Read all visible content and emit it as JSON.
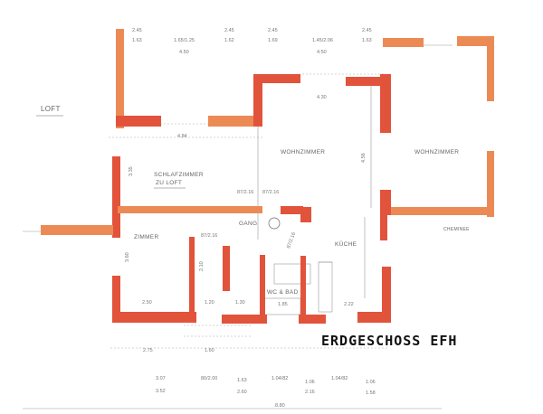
{
  "title": "ERDGESCHOSS EFH",
  "colors": {
    "wall_orange": "#ec8a55",
    "wall_red": "#e2533b"
  },
  "rooms": {
    "loft": "LOFT",
    "schlafzimmer_1": "SCHLAFZIMMER",
    "schlafzimmer_2": "ZU LOFT",
    "wohnzimmer_1": "WOHNZIMMER",
    "wohnzimmer_2": "WOHNZIMMER",
    "cheminee": "CHEMINEE",
    "gang": "GANG",
    "zimmer": "ZIMMER",
    "kueche": "KÜCHE",
    "wc_bad": "WC & BAD"
  },
  "dims": {
    "top": [
      "2.45",
      "1.63",
      "1.65/1.25",
      "4.50",
      "2.45",
      "1.62",
      "2.45",
      "1.69",
      "1.45/2.06",
      "4.50",
      "2.45",
      "1.63",
      "4.30",
      "4.84",
      "4.56",
      "3.35"
    ],
    "mid": [
      "87/2.16",
      "87/2.16",
      "87/2.16",
      "3.60",
      "2.10",
      "2.50",
      "1.20",
      "1.30",
      "1.85",
      "2.22",
      "87/2.16"
    ],
    "bottom": [
      "2.75",
      "1.60",
      "3.07",
      "3.52",
      "80/2.00",
      "1.63",
      "2.60",
      "1.04/82",
      "1.06",
      "2.16",
      "1.04/82",
      "1.06",
      "1.58",
      "8.80"
    ]
  }
}
